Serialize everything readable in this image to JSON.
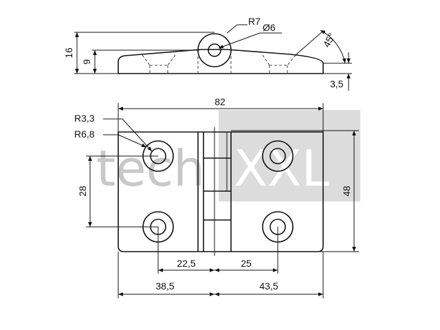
{
  "watermark": {
    "text_left": "tech",
    "text_right": "XXL",
    "color": "#c8c8c8"
  },
  "side_view": {
    "labels": {
      "total_height": "16",
      "leaf_height": "9",
      "thickness": "3,5",
      "knuckle_radius": "R7",
      "pin_diameter": "Ø6",
      "chamfer_angle": "45°"
    }
  },
  "front_view": {
    "labels": {
      "overall_width": "82",
      "overall_height": "48",
      "hole_spacing_vertical": "28",
      "hole_radius": "R3,3",
      "counterbore_radius": "R6,8",
      "hole_offset_left": "22,5",
      "hole_offset_right": "25",
      "leaf_width_left": "38,5",
      "leaf_width_right": "43,5"
    }
  },
  "colors": {
    "line": "#111111",
    "background": "#ffffff"
  }
}
